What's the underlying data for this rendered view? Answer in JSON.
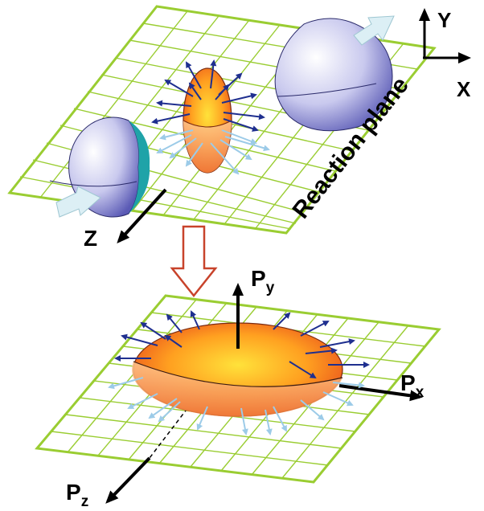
{
  "top_panel": {
    "plane_label": "Reaction plane",
    "axes": {
      "y": "Y",
      "x": "X",
      "z": "Z"
    }
  },
  "bottom_panel": {
    "axes": {
      "py": {
        "base": "P",
        "sub": "y"
      },
      "px": {
        "base": "P",
        "sub": "x"
      },
      "pz": {
        "base": "P",
        "sub": "z"
      }
    }
  },
  "colors": {
    "grid": "#9acd32",
    "flow_arrow_dark": "#1f2f8f",
    "flow_arrow_light": "#9ccbe8",
    "transition_arrow": "#c8432b",
    "nucleus": "#6b6bc0",
    "fireball_core": "#ffd21e",
    "fireball_edge": "#e8481c"
  }
}
